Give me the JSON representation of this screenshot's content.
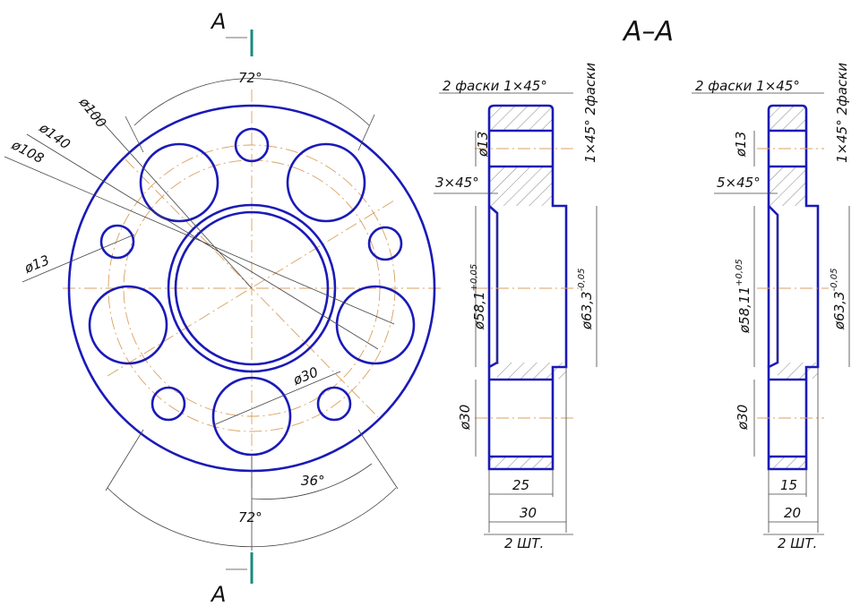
{
  "section_marks": {
    "top": "A",
    "bottom": "A",
    "title": "A–A"
  },
  "front_view": {
    "angle_top": "72°",
    "angle_bottom": "72°",
    "angle_half": "36°",
    "dia_100": "ø100",
    "dia_140": "ø140",
    "dia_108": "ø108",
    "dia_13": "ø13",
    "dia_30": "ø30"
  },
  "section_1": {
    "chamfer_note": "2 фаски 1×45°",
    "chamfer_side": "1×45° 2фаски",
    "chamfer_inner": "3×45°",
    "dia_13": "ø13",
    "dia_bore": "ø58,1",
    "dia_bore_tol": "+0,05",
    "dia_hub": "ø63,3",
    "dia_hub_tol": "-0,05",
    "dia_30": "ø30",
    "width_inner": "25",
    "width_total": "30",
    "quantity": "2 ШТ."
  },
  "section_2": {
    "chamfer_note": "2 фаски 1×45°",
    "chamfer_side": "1×45° 2фаски",
    "chamfer_inner": "5×45°",
    "dia_13": "ø13",
    "dia_bore": "ø58,11",
    "dia_bore_tol": "+0,05",
    "dia_hub": "ø63,3",
    "dia_hub_tol": "-0,05",
    "dia_30": "ø30",
    "width_inner": "15",
    "width_total": "20",
    "quantity": "2 ШТ."
  },
  "colors": {
    "outline": "#1a1ab8",
    "center": "#d9a060",
    "section_mark": "#1a8a80"
  }
}
